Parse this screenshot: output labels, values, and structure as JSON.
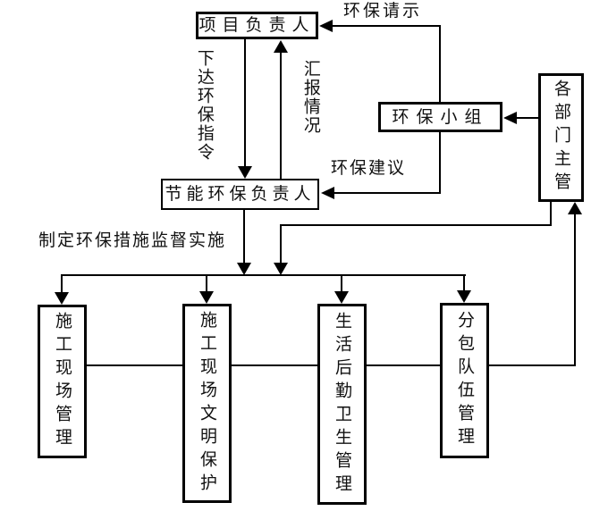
{
  "diagram": {
    "type": "flowchart",
    "nodes": {
      "project_manager": "项目负责人",
      "env_team": "环保小组",
      "dept_heads": "各部门主管",
      "energy_env_manager": "节能环保负责人",
      "site_management": "施工现场管理",
      "site_civilized_protection": "施工现场文明保护",
      "logistics_hygiene": "生活后勤卫生管理",
      "subcontract_team": "分包队伍管理"
    },
    "edge_labels": {
      "env_request": "环保请示",
      "issue_env_orders": "下达环保指令",
      "report_situation": "汇报情况",
      "env_suggestion": "环保建议",
      "implement_measures": "制定环保措施监督实施"
    },
    "colors": {
      "line": "#000000",
      "background": "#ffffff"
    }
  }
}
